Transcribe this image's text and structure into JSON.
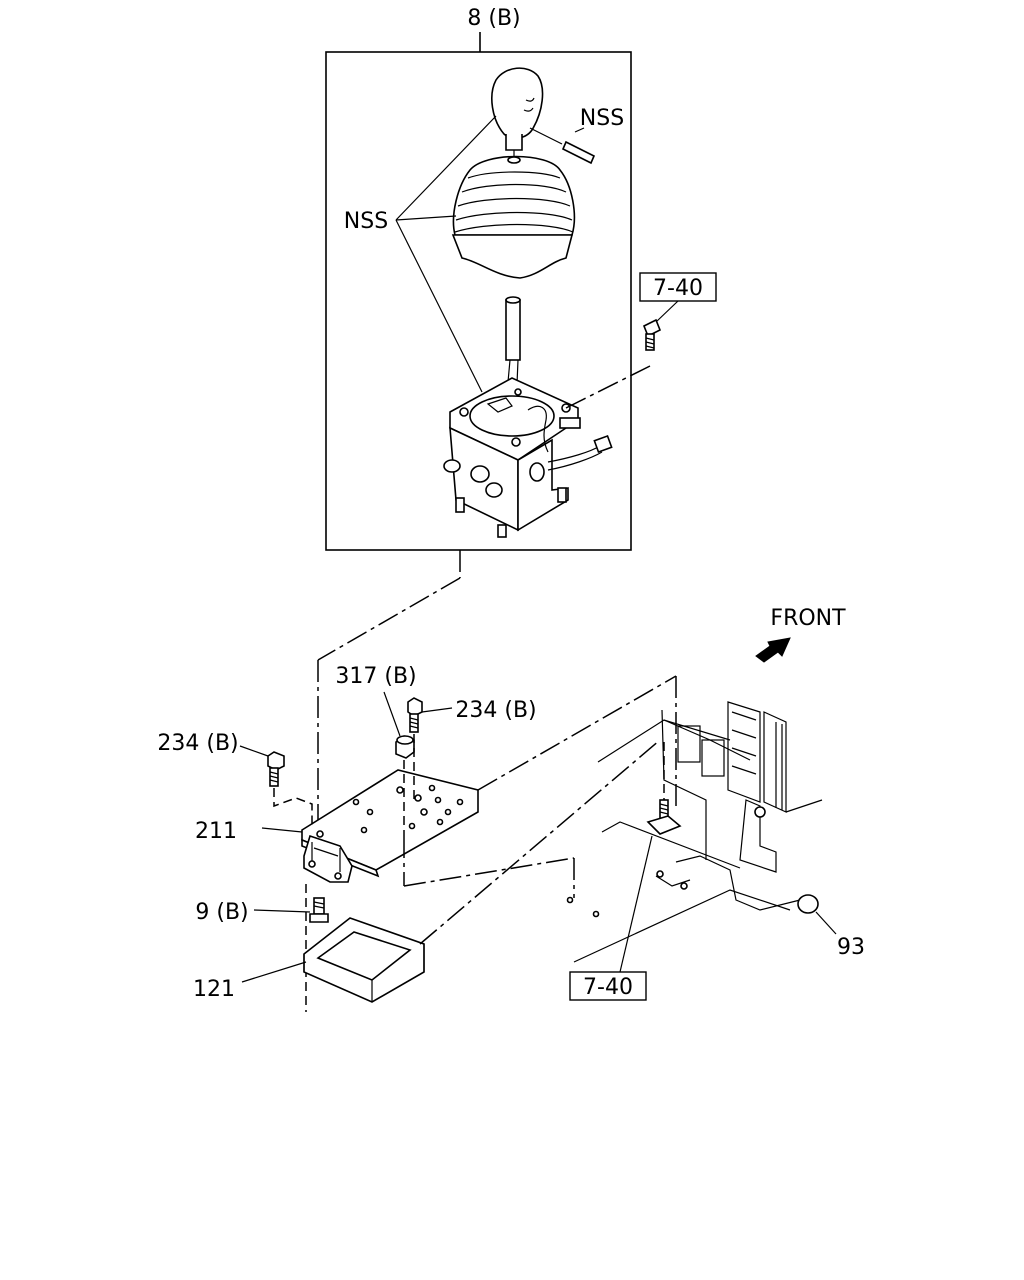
{
  "diagram": {
    "labels": {
      "assembly": "8 (B)",
      "nss_pin": "NSS",
      "nss_main": "NSS",
      "ref_top": "7-40",
      "ref_bottom": "7-40",
      "front": "FRONT",
      "bolt_317": "317 (B)",
      "bolt_234_right": "234 (B)",
      "bolt_234_left": "234 (B)",
      "plate_211": "211",
      "bolt_9": "9 (B)",
      "mat_121": "121",
      "plug_93": "93"
    }
  }
}
